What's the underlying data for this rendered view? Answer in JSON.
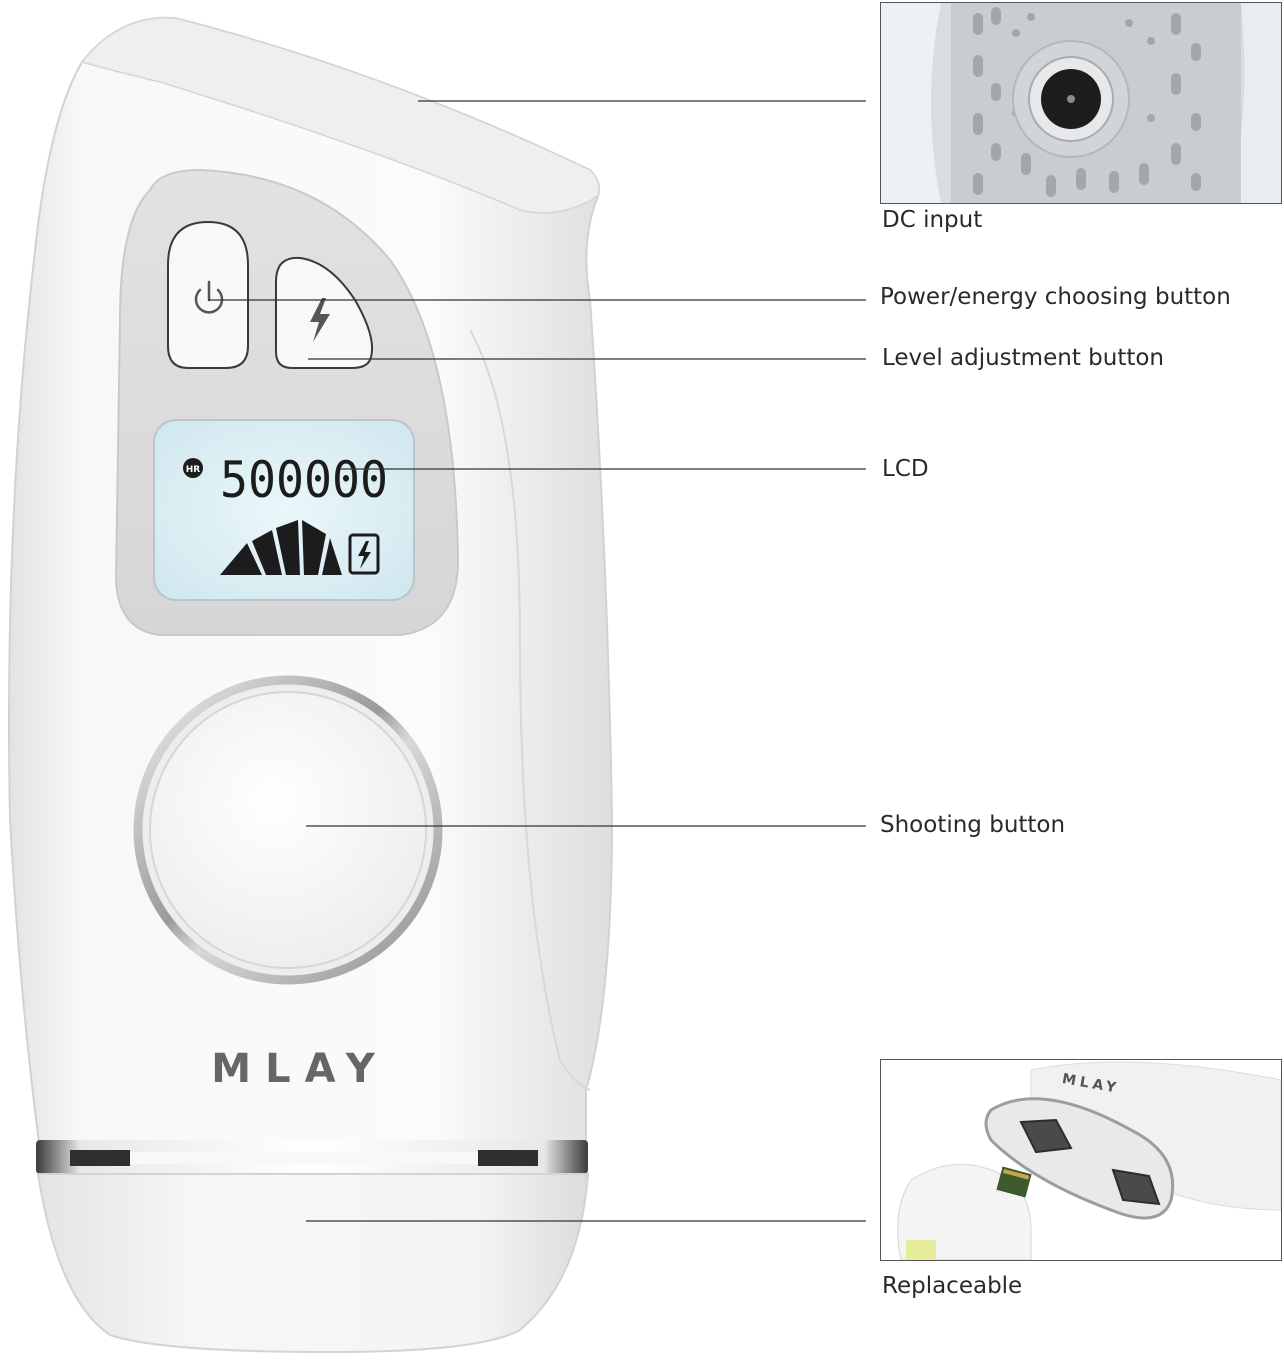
{
  "device": {
    "brand": "MLAY",
    "lcd": {
      "badge": "HR",
      "counter": "500000"
    },
    "colors": {
      "body": "#f6f6f6",
      "lcd_backlight": "#d9eef3",
      "lcd_text": "#1c1c1c",
      "chrome_ring": "#b9b9b9"
    }
  },
  "callouts": {
    "dc_input": "DC input",
    "power_button": "Power/energy choosing button",
    "level_button": "Level adjustment button",
    "lcd": "LCD",
    "shooting_button": "Shooting button",
    "replaceable": "Replaceable"
  },
  "insets": {
    "top_icon": "dc-port-closeup",
    "bottom_icon": "replaceable-head-closeup",
    "bottom_brand": "MLAY"
  }
}
